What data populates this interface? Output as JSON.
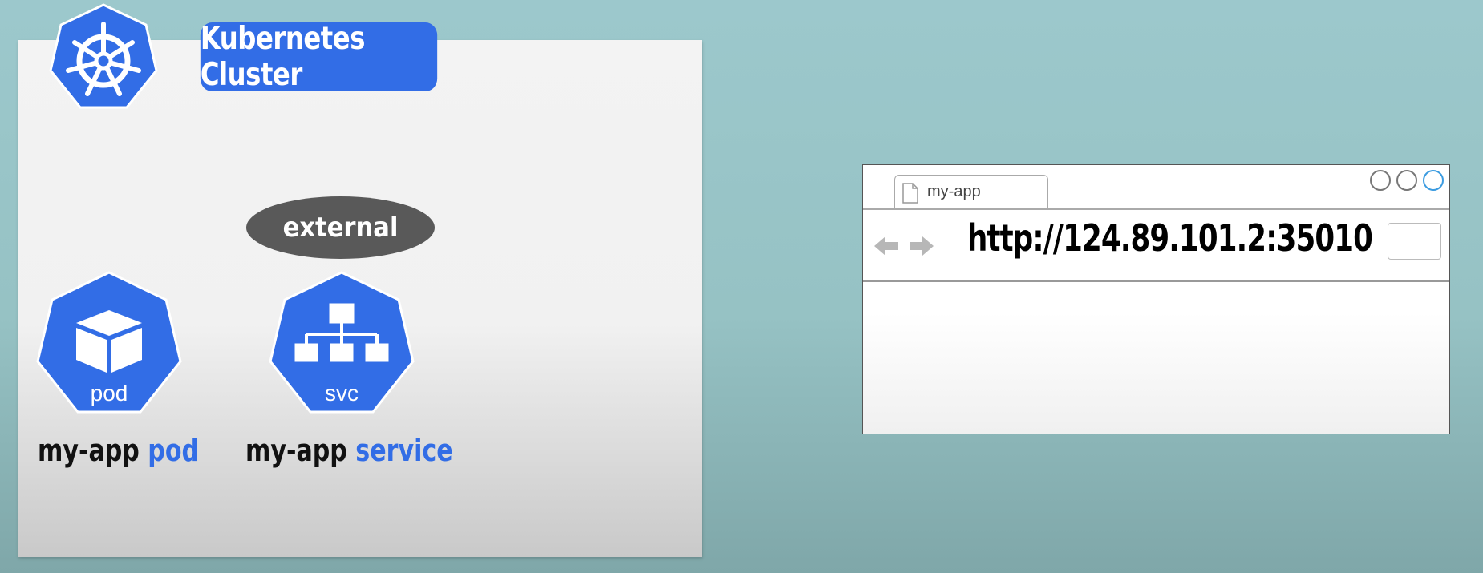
{
  "cluster": {
    "label": "Kubernetes Cluster"
  },
  "service_type_badge": "external",
  "nodes": {
    "pod": {
      "icon_text": "pod",
      "name": "my-app",
      "kind": "pod"
    },
    "service": {
      "icon_text": "svc",
      "name": "my-app",
      "kind": "service"
    }
  },
  "browser": {
    "tab_title": "my-app",
    "url": "http://124.89.101.2:35010"
  },
  "colors": {
    "kubernetes_blue": "#326de6",
    "badge_gray": "#595959"
  },
  "icons": [
    "kubernetes-helm-icon",
    "cube-icon",
    "network-topology-icon",
    "document-icon",
    "back-arrow-icon",
    "forward-arrow-icon"
  ]
}
